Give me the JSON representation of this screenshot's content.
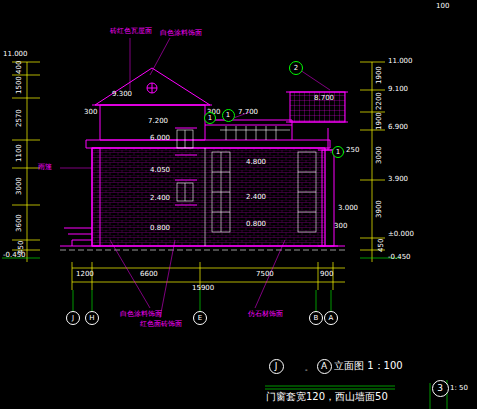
{
  "diagram": {
    "title": "立面图 1：100",
    "caption": "门窗套宽120，西山墙面50",
    "nodes": [
      {
        "text": [
          "J"
        ]
      },
      {
        "text": [
          "H"
        ]
      },
      {
        "text": [
          "E"
        ]
      },
      {
        "text": [
          "B"
        ]
      },
      {
        "text": [
          "A"
        ]
      },
      {
        "text": [
          "1"
        ]
      },
      {
        "text": [
          "1"
        ]
      },
      {
        "text": [
          "2"
        ]
      },
      {
        "text": [
          "1"
        ]
      },
      {
        "text": [
          "J"
        ]
      },
      {
        "text": [
          "A"
        ]
      },
      {
        "text": [
          "3"
        ]
      }
    ],
    "edges": [],
    "labels": [
      "11.000",
      "-0.450",
      "400",
      "1500",
      "2570",
      "1100",
      "3000",
      "3600",
      "450",
      "11.000",
      "9.100",
      "6.900",
      "3.900",
      "±0.000",
      "-0.450",
      "1900",
      "2200",
      "1900",
      "3000",
      "3900",
      "450",
      "9.300",
      "7.200",
      "6.000",
      "4.050",
      "2.400",
      "0.800",
      "7.700",
      "8.700",
      "4.800",
      "2.400",
      "0.800",
      "3.000",
      "300",
      "300",
      "250",
      "300",
      "1200",
      "6600",
      "7500",
      "900",
      "15900",
      "砖红色瓦屋面",
      "白色涂料饰面",
      "雨篷",
      "白色涂料饰面",
      "红色面砖饰面",
      "仿石材饰面",
      "-",
      "100",
      "1: 50"
    ]
  }
}
